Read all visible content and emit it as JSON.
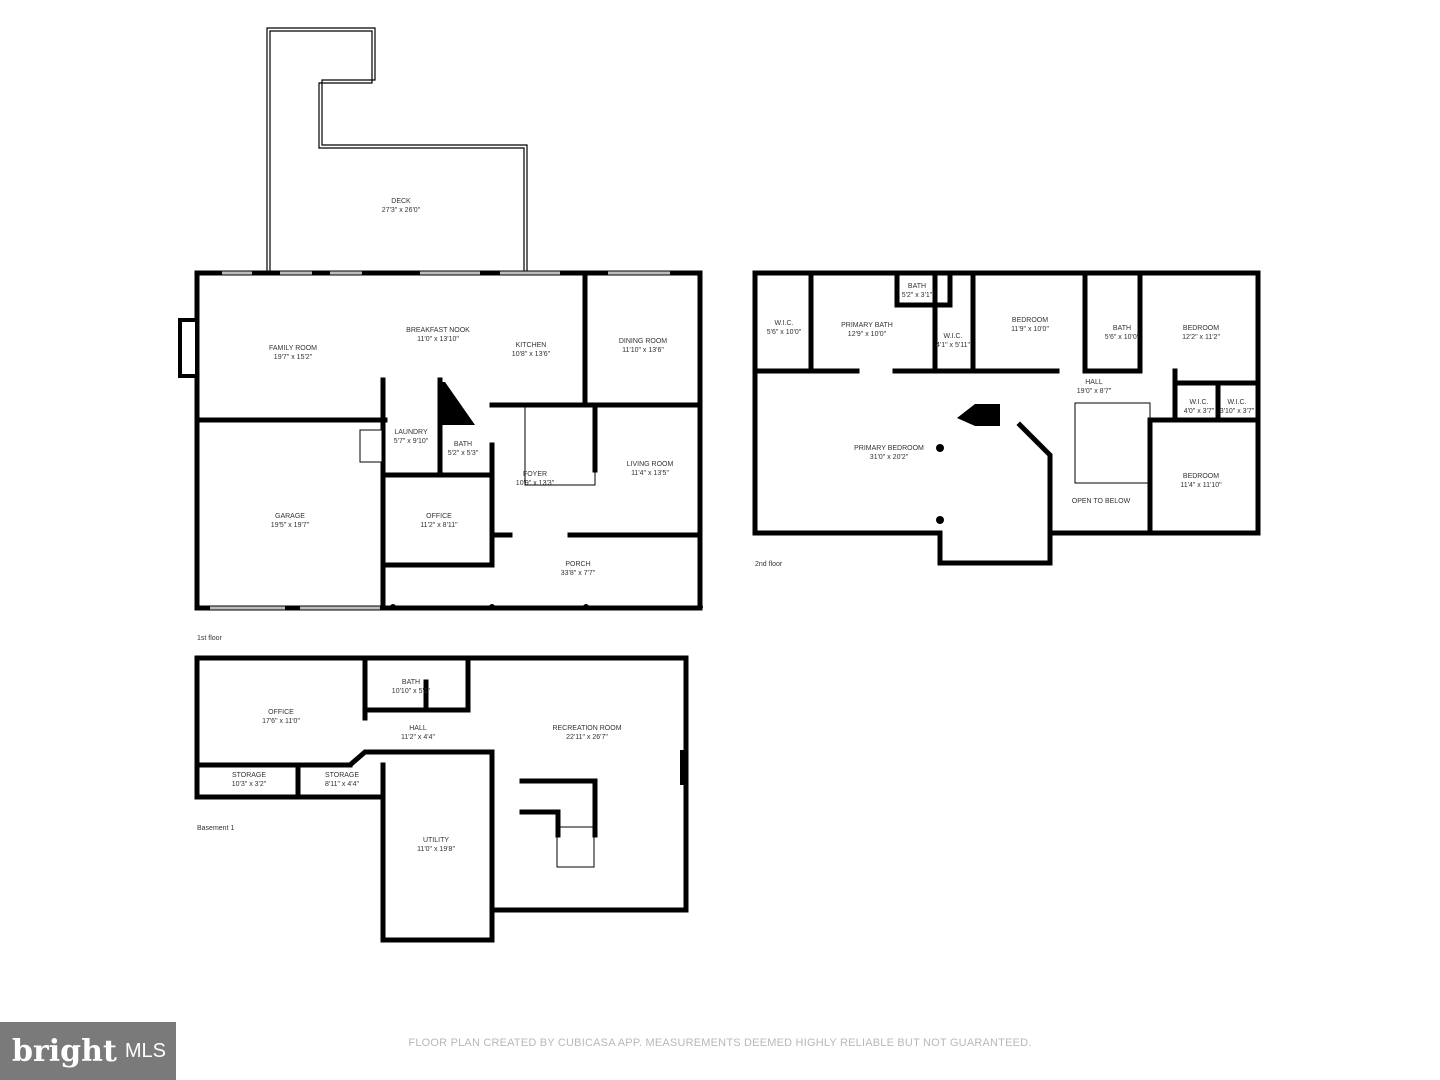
{
  "floors": {
    "first": {
      "label": "1st floor",
      "rooms": [
        {
          "name": "DECK",
          "dims": "27'3\" x 26'0\""
        },
        {
          "name": "FAMILY ROOM",
          "dims": "19'7\" x 15'2\""
        },
        {
          "name": "BREAKFAST NOOK",
          "dims": "11'0\" x 13'10\""
        },
        {
          "name": "KITCHEN",
          "dims": "10'8\" x 13'6\""
        },
        {
          "name": "DINING ROOM",
          "dims": "11'10\" x 13'6\""
        },
        {
          "name": "LAUNDRY",
          "dims": "5'7\" x 9'10\""
        },
        {
          "name": "BATH",
          "dims": "5'2\" x 5'3\""
        },
        {
          "name": "FOYER",
          "dims": "10'9\" x 13'3\""
        },
        {
          "name": "LIVING ROOM",
          "dims": "11'4\" x 13'5\""
        },
        {
          "name": "GARAGE",
          "dims": "19'5\" x 19'7\""
        },
        {
          "name": "OFFICE",
          "dims": "11'2\" x 8'11\""
        },
        {
          "name": "PORCH",
          "dims": "33'8\" x 7'7\""
        }
      ]
    },
    "second": {
      "label": "2nd floor",
      "rooms": [
        {
          "name": "W.I.C.",
          "dims": "5'6\" x 10'0\""
        },
        {
          "name": "PRIMARY BATH",
          "dims": "12'9\" x 10'0\""
        },
        {
          "name": "BATH",
          "dims": "5'2\" x 3'1\""
        },
        {
          "name": "W.I.C.",
          "dims": "4'1\" x 5'11\""
        },
        {
          "name": "BEDROOM",
          "dims": "11'9\" x 10'0\""
        },
        {
          "name": "BATH",
          "dims": "5'6\" x 10'0\""
        },
        {
          "name": "BEDROOM",
          "dims": "12'2\" x 11'2\""
        },
        {
          "name": "HALL",
          "dims": "19'0\" x 8'7\""
        },
        {
          "name": "W.I.C.",
          "dims": "4'0\" x 3'7\""
        },
        {
          "name": "W.I.C.",
          "dims": "3'10\" x 3'7\""
        },
        {
          "name": "PRIMARY BEDROOM",
          "dims": "31'0\" x 20'2\""
        },
        {
          "name": "OPEN TO BELOW",
          "dims": ""
        },
        {
          "name": "BEDROOM",
          "dims": "11'4\" x 11'10\""
        }
      ]
    },
    "basement": {
      "label": "Basement 1",
      "rooms": [
        {
          "name": "OFFICE",
          "dims": "17'6\" x 11'0\""
        },
        {
          "name": "BATH",
          "dims": "10'10\" x 5'1\""
        },
        {
          "name": "HALL",
          "dims": "11'2\" x 4'4\""
        },
        {
          "name": "RECREATION ROOM",
          "dims": "22'11\" x 26'7\""
        },
        {
          "name": "STORAGE",
          "dims": "10'3\" x 3'2\""
        },
        {
          "name": "STORAGE",
          "dims": "8'11\" x 4'4\""
        },
        {
          "name": "UTILITY",
          "dims": "11'0\" x 19'8\""
        }
      ]
    }
  },
  "footer": "FLOOR PLAN CREATED BY CUBICASA APP. MEASUREMENTS DEEMED HIGHLY RELIABLE BUT NOT GUARANTEED.",
  "watermark": {
    "brand": "bright",
    "suffix": "MLS",
    "color": "#7a7a7a"
  }
}
